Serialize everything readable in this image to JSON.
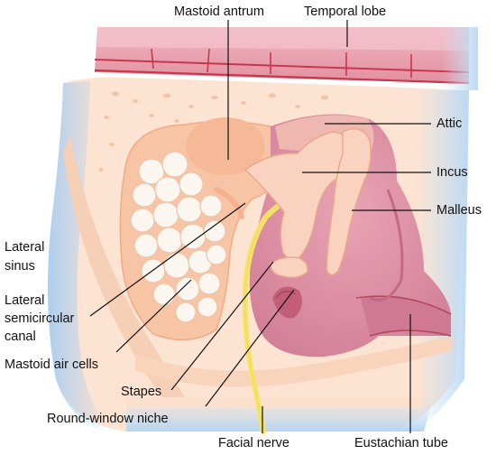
{
  "labels": {
    "mastoid_antrum": "Mastoid antrum",
    "temporal_lobe": "Temporal lobe",
    "attic": "Attic",
    "incus": "Incus",
    "malleus": "Malleus",
    "lateral_sinus_1": "Lateral",
    "lateral_sinus_2": "sinus",
    "lateral_scc_1": "Lateral",
    "lateral_scc_2": "semicircular",
    "lateral_scc_3": "canal",
    "mastoid_air_cells": "Mastoid air cells",
    "stapes": "Stapes",
    "round_window_niche": "Round-window niche",
    "facial_nerve": "Facial nerve",
    "eustachian_tube": "Eustachian tube"
  },
  "colors": {
    "brain_tissue": "#e8a6b4",
    "brain_vessels": "#c8364f",
    "bone": "#fde0cc",
    "mastoid_region": "#f7c6a6",
    "air_cells": "#fbf6ef",
    "middle_ear_cavity": "#dd8ea3",
    "ossicles": "#f9d2bf",
    "facial_nerve": "#f6e46a",
    "blue_shading": "#b9d8f3",
    "leader_lines": "#111111"
  }
}
